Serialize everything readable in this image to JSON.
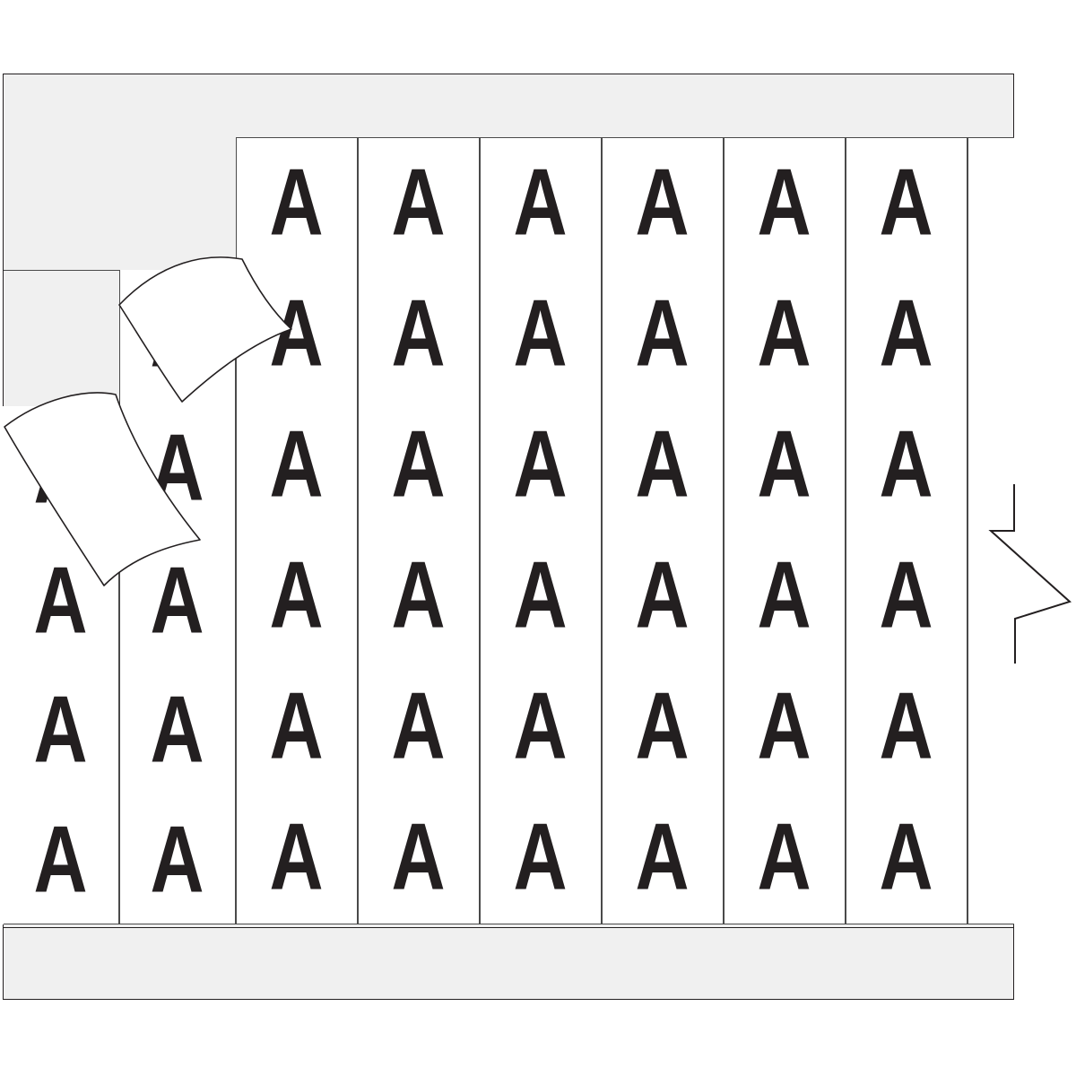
{
  "product": {
    "type": "adhesive-vinyl-letter-label-sheet",
    "glyph": "A",
    "columns": 9,
    "rows": 6
  },
  "colors": {
    "sheet_background": "#f0f0f0",
    "label_face": "#ffffff",
    "ink": "#231f20",
    "rule": "#4a4a4a",
    "page_background": "#ffffff"
  },
  "grid": {
    "column_labels": [
      "col-1",
      "col-2",
      "col-3",
      "col-4",
      "col-5",
      "col-6",
      "col-7",
      "col-8",
      "col-9"
    ],
    "row_labels": [
      "row-1",
      "row-2",
      "row-3",
      "row-4",
      "row-5",
      "row-6"
    ],
    "cells": [
      [
        "",
        "",
        "A",
        "A",
        "A",
        "A",
        "A",
        "A",
        ""
      ],
      [
        "",
        "A",
        "A",
        "A",
        "A",
        "A",
        "A",
        "A",
        ""
      ],
      [
        "A",
        "A",
        "A",
        "A",
        "A",
        "A",
        "A",
        "A",
        ""
      ],
      [
        "A",
        "A",
        "A",
        "A",
        "A",
        "A",
        "A",
        "A",
        ""
      ],
      [
        "A",
        "A",
        "A",
        "A",
        "A",
        "A",
        "A",
        "A",
        ""
      ],
      [
        "A",
        "A",
        "A",
        "A",
        "A",
        "A",
        "A",
        "A",
        ""
      ]
    ]
  },
  "features": {
    "header_band": "top-gray-margin",
    "footer_band": "bottom-gray-margin",
    "left_band": "left-gray-margin",
    "right_notch": "die-cut-zigzag-notch",
    "peeling_labels": [
      {
        "id": "peel-upper",
        "state": "partially-peeled"
      },
      {
        "id": "peel-lower",
        "state": "partially-peeled"
      }
    ]
  }
}
